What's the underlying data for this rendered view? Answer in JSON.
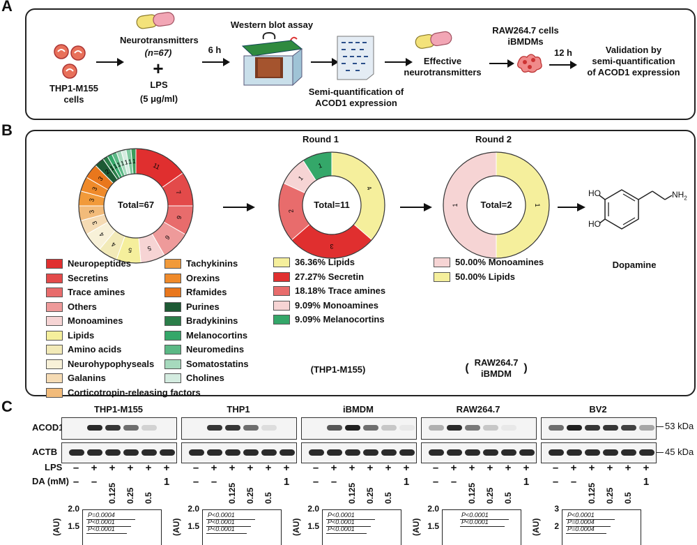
{
  "panels": {
    "a": "A",
    "b": "B",
    "c": "C"
  },
  "panel_a": {
    "cells_label": "THP1-M155\ncells",
    "neuro_label": "Neurotransmitters",
    "n_label": "(n=67)",
    "plus": "+",
    "lps_label": "LPS",
    "lps_dose": "(5 μg/ml)",
    "time1": "6 h",
    "western_title": "Western blot assay",
    "semi_quant": "Semi-quantification of\nACOD1 expression",
    "effective": "Effective\nneurotransmitters",
    "raw_cells": "RAW264.7 cells\niBMDMs",
    "time2": "12 h",
    "validation": "Validation by\nsemi-quantification\nof ACOD1 expression"
  },
  "panel_b": {
    "donut1_center": "Total=67",
    "round1_title": "Round 1",
    "donut2_center": "Total=11",
    "round2_title": "Round 2",
    "donut3_center": "Total=2",
    "dopamine": "Dopamine",
    "mol_ho1": "HO",
    "mol_ho2": "HO",
    "mol_nh2": "NH",
    "mol_nh2_sub": "2",
    "thp_note": "(THP1-M155)",
    "raw_note": "RAW264.7\niBMDM",
    "donut1_labels": [
      "11",
      "7",
      "6",
      "6",
      "5",
      "5",
      "4",
      "4",
      "3",
      "3",
      "3",
      "3",
      "3",
      "2",
      "1",
      "1",
      "1",
      "1",
      "1",
      "1",
      "1"
    ],
    "donut2_labels": [
      "4",
      "3",
      "2",
      "1",
      "1"
    ],
    "donut3_labels": [
      "1",
      "1"
    ],
    "legend_col1": [
      {
        "label": "Neuropeptides",
        "color": "#e02f2f"
      },
      {
        "label": "Secretins",
        "color": "#e34a4a"
      },
      {
        "label": "Trace amines",
        "color": "#e86c6c"
      },
      {
        "label": "Others",
        "color": "#ee9a9a"
      },
      {
        "label": "Monoamines",
        "color": "#f6d4d4"
      },
      {
        "label": "Lipids",
        "color": "#f5ef9c"
      },
      {
        "label": "Amino acids",
        "color": "#f2eab8"
      },
      {
        "label": "Neurohypophyseals",
        "color": "#f8f1d8"
      },
      {
        "label": "Galanins",
        "color": "#f5dbb4"
      },
      {
        "label": "Corticotropin-releasing factors",
        "color": "#f2bb7a"
      }
    ],
    "legend_col2": [
      {
        "label": "Tachykinins",
        "color": "#f19a3a"
      },
      {
        "label": "Orexins",
        "color": "#ef8a2a"
      },
      {
        "label": "Rfamides",
        "color": "#e9771c"
      },
      {
        "label": "Purines",
        "color": "#1d5a34"
      },
      {
        "label": "Bradykinins",
        "color": "#2b7e49"
      },
      {
        "label": "Melanocortins",
        "color": "#34a769"
      },
      {
        "label": "Neuromedins",
        "color": "#5bb885"
      },
      {
        "label": "Somatostatins",
        "color": "#a6d9bd"
      },
      {
        "label": "Cholines",
        "color": "#d4ece0"
      }
    ],
    "legend_round1": [
      {
        "label": "36.36% Lipids",
        "color": "#f5ef9c"
      },
      {
        "label": "27.27% Secretin",
        "color": "#e02f2f"
      },
      {
        "label": "18.18% Trace amines",
        "color": "#e86c6c"
      },
      {
        "label": "9.09% Monoamines",
        "color": "#f6d4d4"
      },
      {
        "label": "9.09% Melanocortins",
        "color": "#34a769"
      }
    ],
    "legend_round2": [
      {
        "label": "50.00%  Monoamines",
        "color": "#f6d4d4"
      },
      {
        "label": "50.00%  Lipids",
        "color": "#f5ef9c"
      }
    ]
  },
  "panel_c": {
    "cell_lines": [
      "THP1-M155",
      "THP1",
      "iBMDM",
      "RAW264.7",
      "BV2"
    ],
    "row_acod1": "ACOD1",
    "row_actb": "ACTB",
    "kda53": "53 kDa",
    "kda45": "45 kDa",
    "lps_row_label": "LPS",
    "da_row_label": "DA (mM)",
    "lps_symbols": [
      "–",
      "+",
      "+",
      "+",
      "+",
      "+"
    ],
    "da_symbols": [
      "–",
      "–",
      "0.125",
      "0.25",
      "0.5",
      "1"
    ],
    "y_axis_label": "(AU)",
    "charts": [
      {
        "ytop": "2.0",
        "ymid": "1.5",
        "pvals": [
          "P=0.0004",
          "P<0.0001",
          "P<0.0001"
        ]
      },
      {
        "ytop": "2.0",
        "ymid": "1.5",
        "pvals": [
          "P<0.0001",
          "P<0.0001",
          "P<0.0001"
        ]
      },
      {
        "ytop": "2.0",
        "ymid": "1.5",
        "pvals": [
          "P<0.0001",
          "P<0.0001",
          "P<0.0001"
        ]
      },
      {
        "ytop": "2.0",
        "ymid": "1.5",
        "pvals": [
          "P<0.0001",
          "P<0.0001"
        ]
      },
      {
        "ytop": "3",
        "ymid": "2",
        "pvals": [
          "P<0.0001",
          "P=0.0004",
          "P=0.0004"
        ]
      }
    ]
  }
}
